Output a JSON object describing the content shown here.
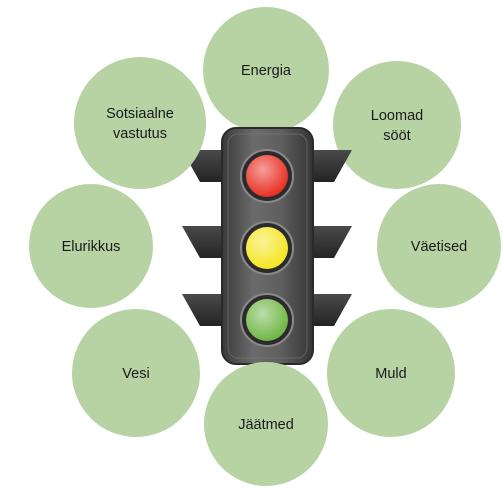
{
  "diagram": {
    "center": {
      "kind": "traffic-light",
      "lamps": [
        {
          "name": "red",
          "color": "#e8271b"
        },
        {
          "name": "yellow",
          "color": "#f5e41a"
        },
        {
          "name": "green",
          "color": "#6ab43e"
        }
      ]
    },
    "bubble_color": "#b7d3a4",
    "bubbles": [
      {
        "id": "energia",
        "lines": [
          "Energia"
        ]
      },
      {
        "id": "loomad-soot",
        "lines": [
          "Loomad",
          "sööt"
        ]
      },
      {
        "id": "vaetised",
        "lines": [
          "Väetised"
        ]
      },
      {
        "id": "muld",
        "lines": [
          "Muld"
        ]
      },
      {
        "id": "jaatmed",
        "lines": [
          "Jäätmed"
        ]
      },
      {
        "id": "vesi",
        "lines": [
          "Vesi"
        ]
      },
      {
        "id": "elurikkus",
        "lines": [
          "Elurikkus"
        ]
      },
      {
        "id": "sotsiaalne-vastutus",
        "lines": [
          "Sotsiaalne",
          "vastutus"
        ]
      }
    ]
  }
}
